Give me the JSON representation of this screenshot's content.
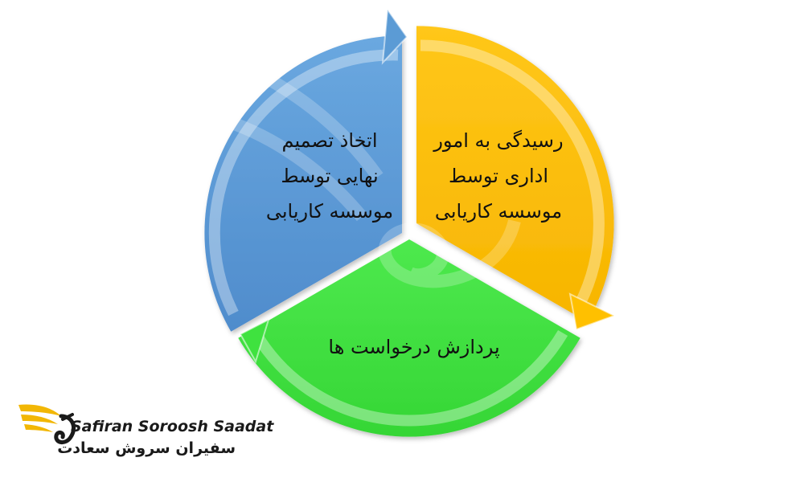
{
  "diagram": {
    "segments": [
      {
        "id": "blue",
        "color": "#5b9bd5",
        "lines": [
          "اتخاذ تصمیم",
          "نهایی توسط",
          "موسسه کاریابی"
        ]
      },
      {
        "id": "yellow",
        "color": "#ffc000",
        "lines": [
          "رسیدگی به امور",
          "اداری توسط",
          "موسسه کاریابی"
        ]
      },
      {
        "id": "green",
        "color": "#3fe23f",
        "lines": [
          "پردازش درخواست ها"
        ]
      }
    ]
  },
  "logo": {
    "english": "Safiran Soroosh Saadat",
    "persian": "سفیران سروش سعادت",
    "accent_color": "#f2b705"
  }
}
